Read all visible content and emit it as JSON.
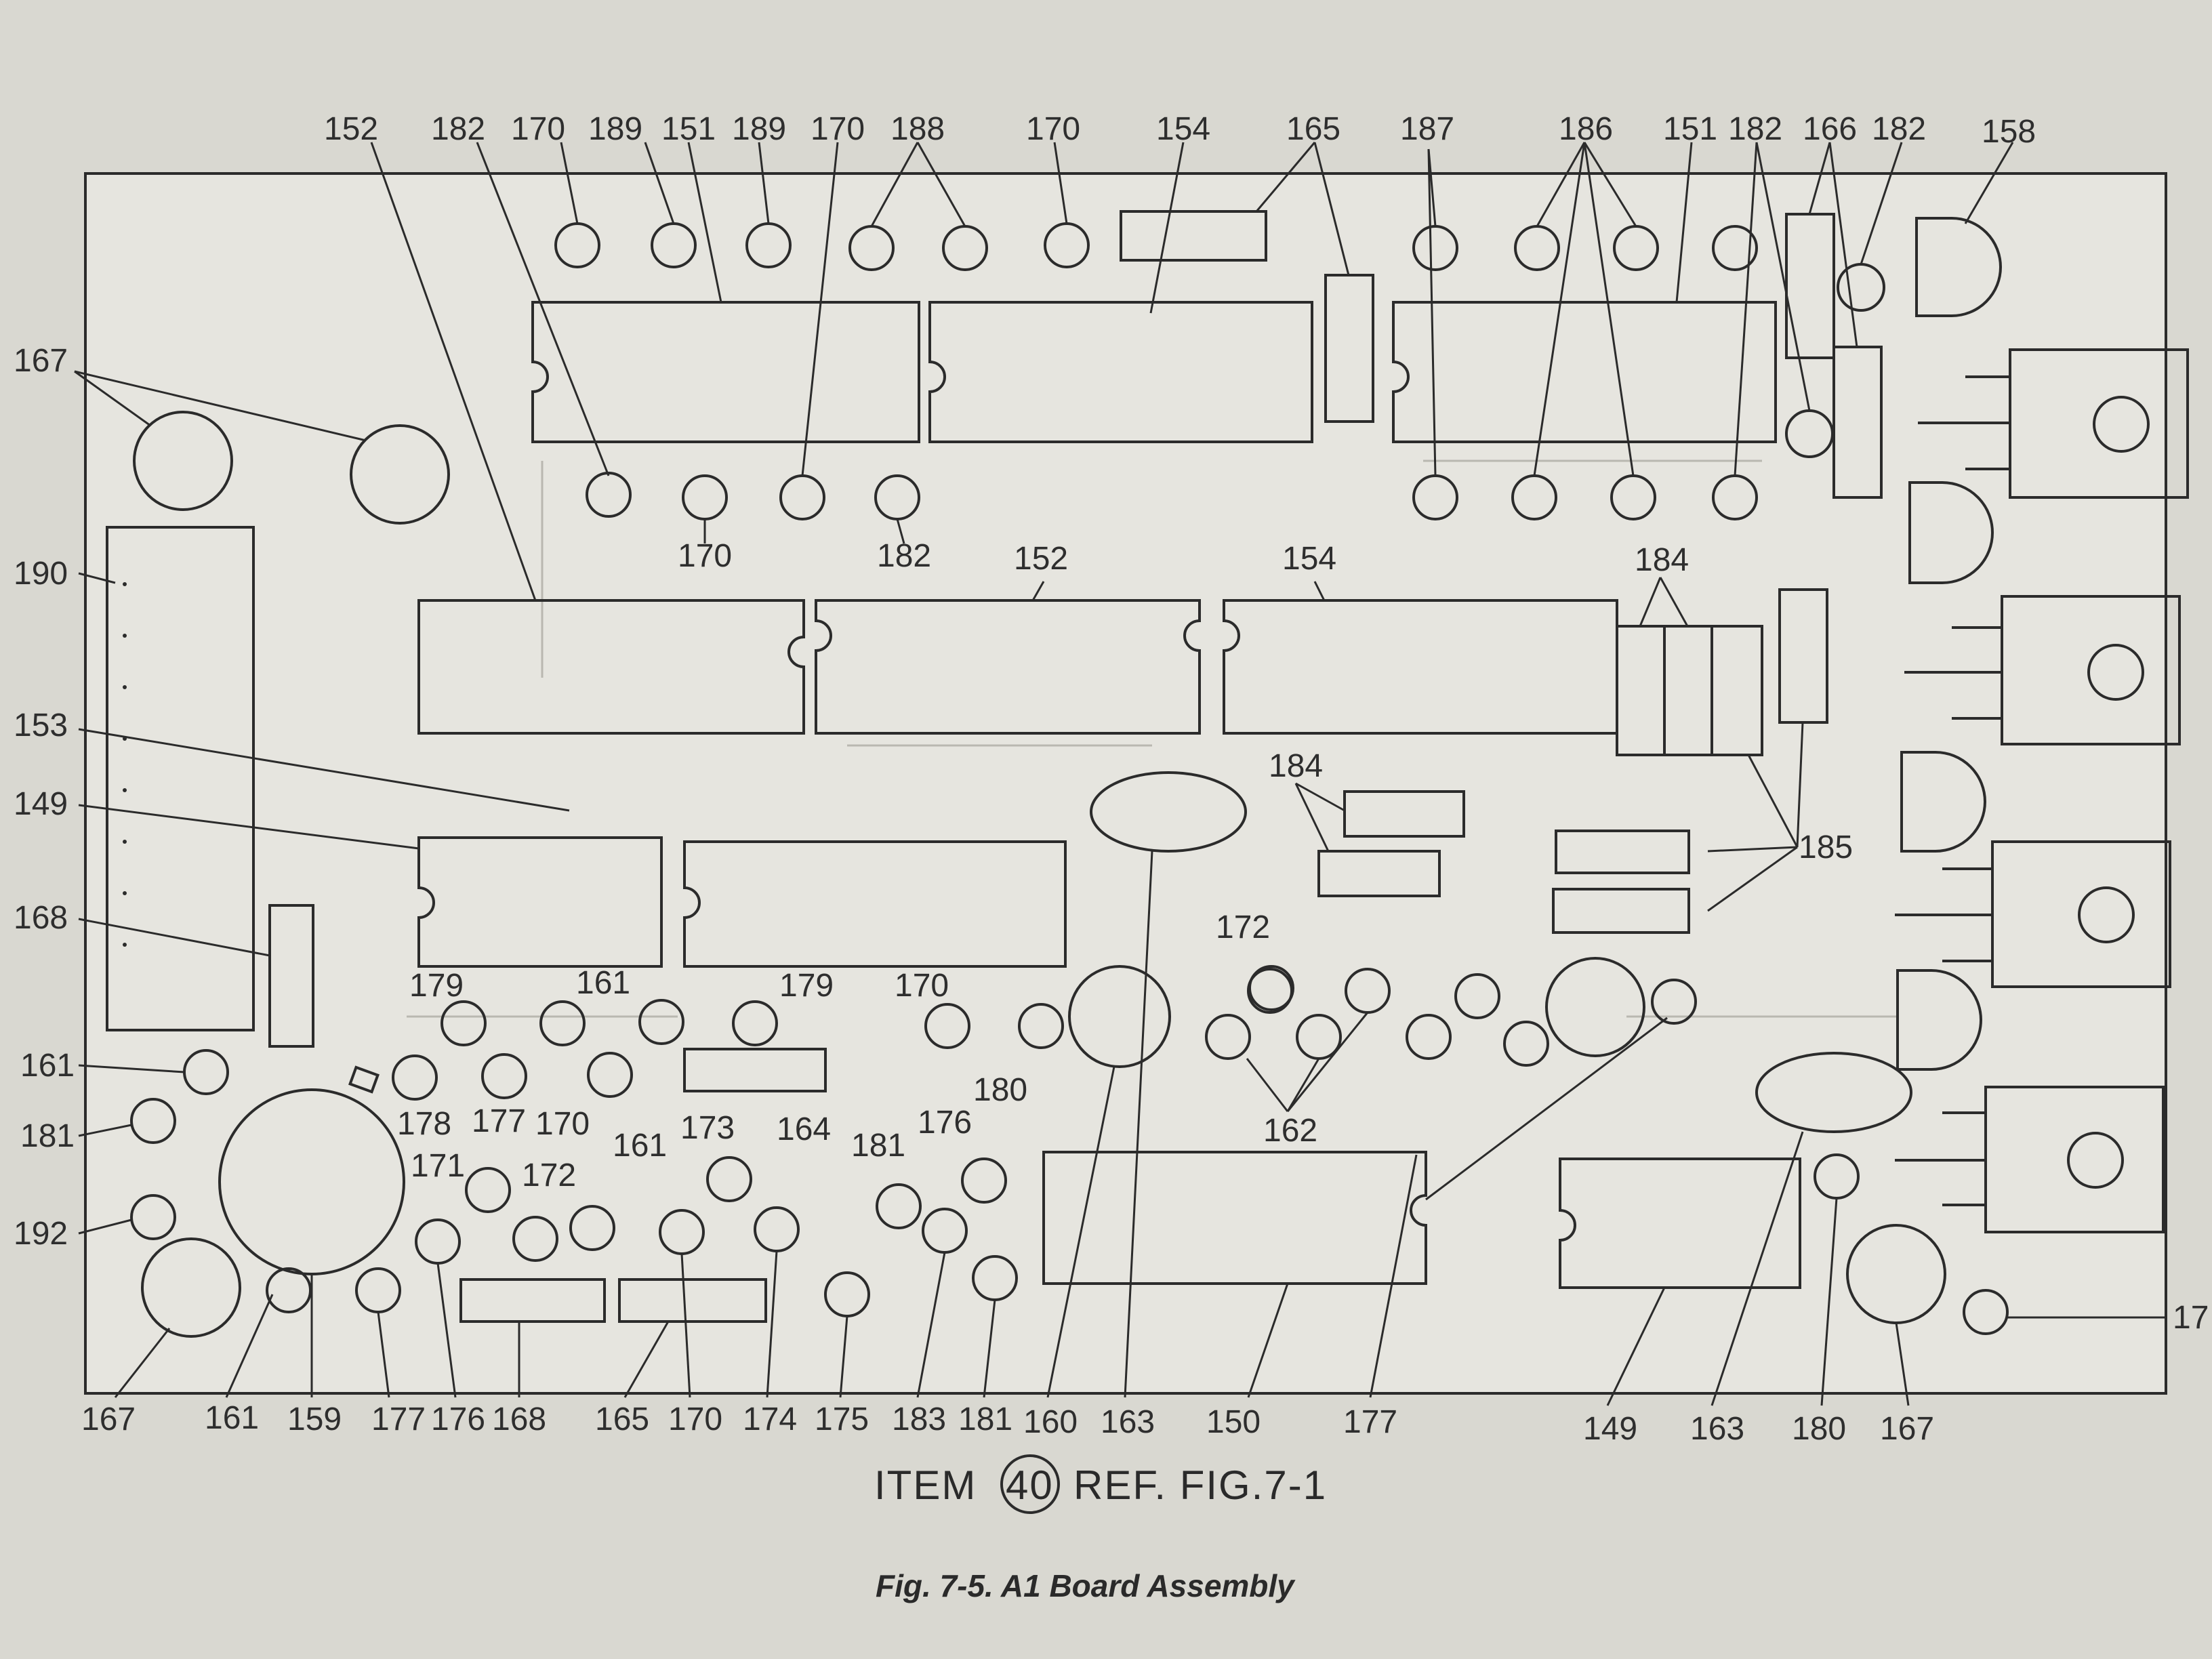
{
  "top_labels": [
    "152",
    "182",
    "170",
    "189",
    "151",
    "189",
    "170",
    "188",
    "170",
    "154",
    "165",
    "187",
    "186",
    "151",
    "182",
    "166",
    "182",
    "158"
  ],
  "mid_labels": {
    "l170": "170",
    "l182": "182",
    "l152": "152",
    "l154": "154",
    "l184a": "184",
    "l184b": "184",
    "l185": "185",
    "l172": "172",
    "l162": "162"
  },
  "left_labels": [
    "167",
    "190",
    "153",
    "149",
    "168",
    "161",
    "181",
    "192"
  ],
  "lower_labels": {
    "l179a": "179",
    "l161a": "161",
    "l179b": "179",
    "l170a": "170",
    "l178": "178",
    "l177a": "177",
    "l170b": "170",
    "l164": "164",
    "l180": "180",
    "l171": "171",
    "l172": "172",
    "l161b": "161",
    "l173": "173",
    "l181": "181",
    "l176": "176"
  },
  "bottom_labels": [
    "167",
    "161",
    "159",
    "177",
    "176",
    "168",
    "165",
    "170",
    "174",
    "175",
    "183",
    "181",
    "160",
    "163",
    "150",
    "177",
    "149",
    "163",
    "180",
    "167"
  ],
  "right_labels": [
    "17"
  ],
  "item_caption": {
    "prefix": "ITEM",
    "item_number": "40",
    "suffix": "REF. FIG.7-1"
  },
  "figure_caption": "Fig. 7-5. A1 Board Assembly",
  "colors": {
    "paper": "#d9d8d1",
    "board": "#e6e5df",
    "ink": "#2b2b2b"
  }
}
